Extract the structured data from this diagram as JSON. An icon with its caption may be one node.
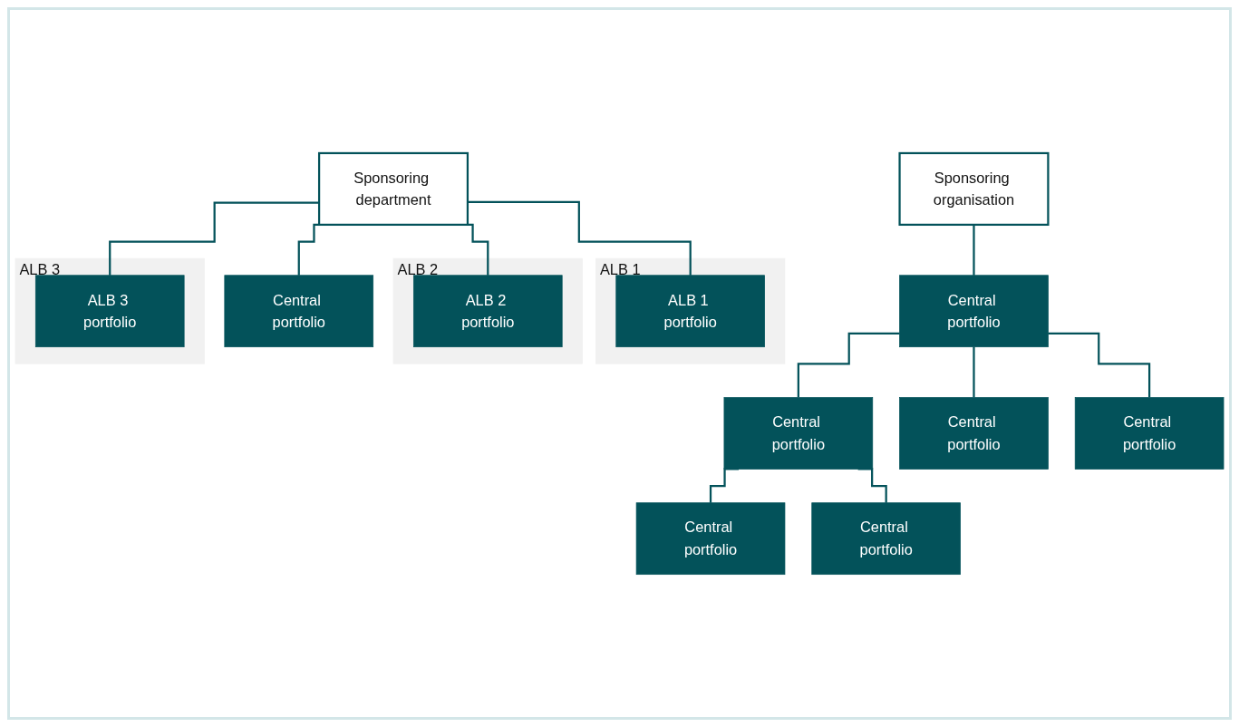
{
  "diagram": {
    "nodes": [
      {
        "text": [
          "Sponsoring department"
        ]
      },
      {
        "text": [
          "Central portfolio"
        ]
      },
      {
        "text": [
          "ALB 1"
        ]
      },
      {
        "text": [
          "ALB 1 portfolio"
        ],
        "in": 2
      },
      {
        "text": [
          "ALB 2"
        ]
      },
      {
        "text": [
          "ALB 2 portfolio"
        ],
        "in": 4
      },
      {
        "text": [
          "ALB 3"
        ]
      },
      {
        "text": [
          "ALB 3 portfolio"
        ],
        "in": 6
      },
      {
        "text": [
          "Sponsoring organisation"
        ]
      },
      {
        "text": [
          "Central portfolio"
        ]
      },
      {
        "text": [
          "Central portfolio"
        ]
      },
      {
        "text": [
          "Central portfolio"
        ]
      },
      {
        "text": [
          "Central portfolio"
        ]
      },
      {
        "text": [
          "Central portfolio"
        ]
      },
      {
        "text": [
          "Central portfolio"
        ]
      }
    ],
    "edges": [
      {
        "from": 0,
        "to": 1,
        "arrow": "none"
      },
      {
        "from": 0,
        "to": 3,
        "arrow": "none"
      },
      {
        "from": 0,
        "to": 5,
        "arrow": "none"
      },
      {
        "from": 0,
        "to": 7,
        "arrow": "none"
      },
      {
        "from": 8,
        "to": 9,
        "arrow": "none"
      },
      {
        "from": 9,
        "to": 10,
        "arrow": "none"
      },
      {
        "from": 9,
        "to": 11,
        "arrow": "none"
      },
      {
        "from": 9,
        "to": 12,
        "arrow": "none"
      },
      {
        "from": 10,
        "to": 13,
        "arrow": "none"
      },
      {
        "from": 10,
        "to": 14,
        "arrow": "none"
      }
    ]
  }
}
